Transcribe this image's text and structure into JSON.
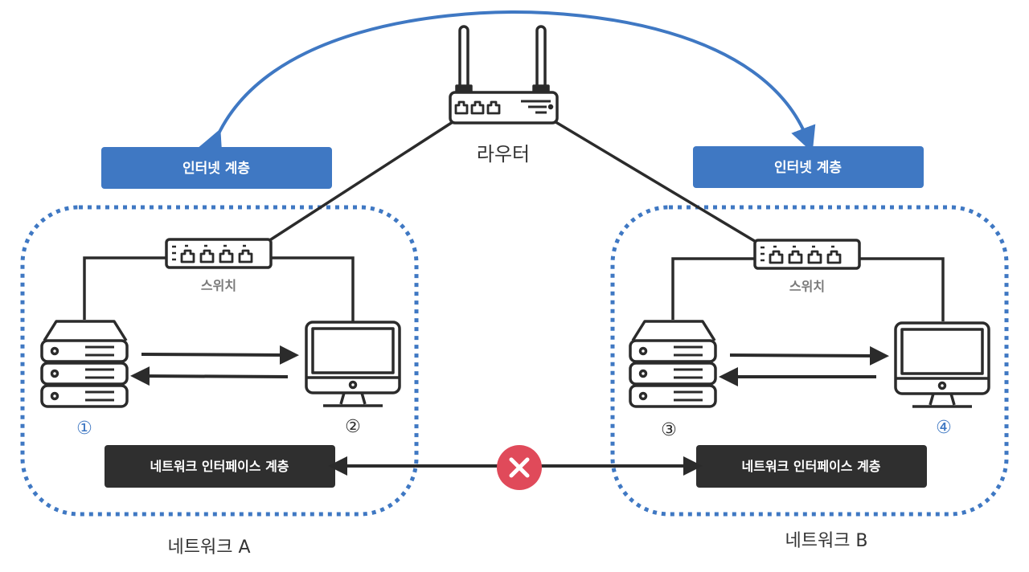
{
  "router": {
    "label": "라우터",
    "icon": "router-icon"
  },
  "internet_layer": {
    "left_label": "인터넷 계층",
    "right_label": "인터넷 계층",
    "color": "#3f78c3"
  },
  "interface_layer": {
    "left_label": "네트워크 인터페이스 계층",
    "right_label": "네트워크 인터페이스 계층",
    "color": "#2f2f2f"
  },
  "blocked_marker": {
    "icon": "close-icon",
    "color": "#e04a5a"
  },
  "networks": [
    {
      "name": "네트워크 A",
      "switch_label": "스위치",
      "server_number": "①",
      "server_number_color": "#3f78c3",
      "pc_number": "②",
      "pc_number_color": "#2f2f2f"
    },
    {
      "name": "네트워크 B",
      "switch_label": "스위치",
      "server_number": "③",
      "server_number_color": "#2f2f2f",
      "pc_number": "④",
      "pc_number_color": "#3f78c3"
    }
  ],
  "colors": {
    "accent": "#3f78c3",
    "line": "#2b2b2b",
    "boundary": "#3f78c3",
    "muted_text": "#7a7a7a"
  }
}
